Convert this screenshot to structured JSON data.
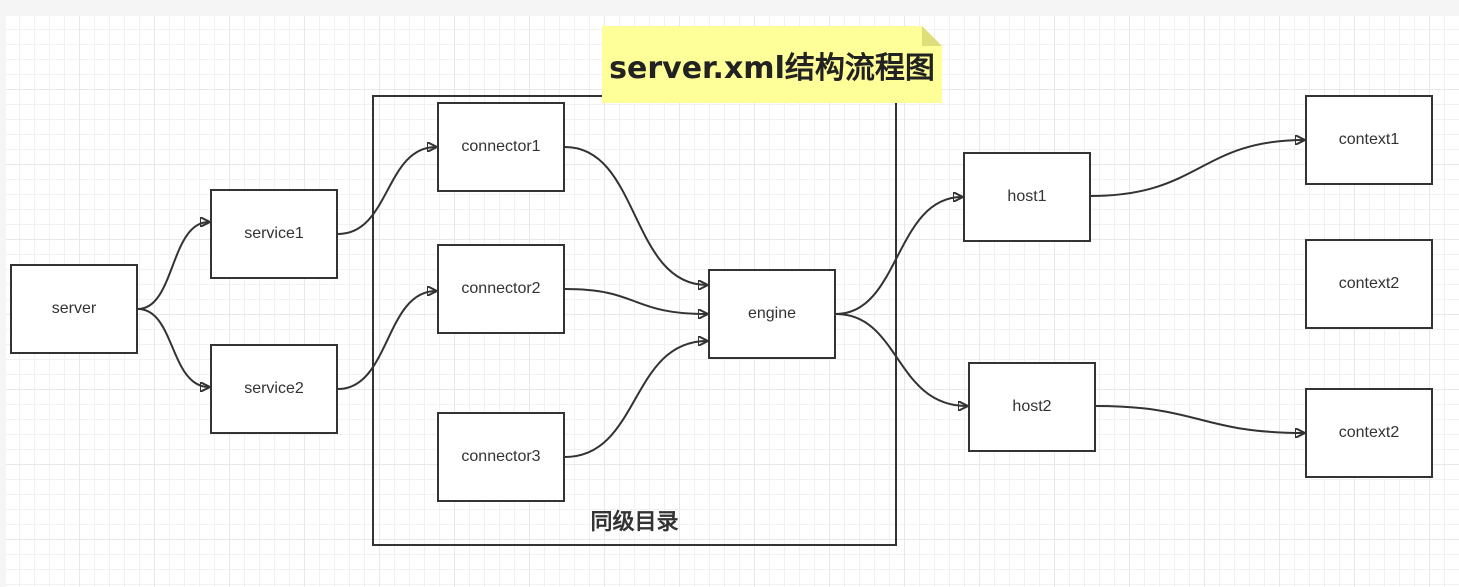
{
  "title": "server.xml结构流程图",
  "group": {
    "label": "同级目录"
  },
  "nodes": {
    "server": "server",
    "service1": "service1",
    "service2": "service2",
    "connector1": "connector1",
    "connector2": "connector2",
    "connector3": "connector3",
    "engine": "engine",
    "host1": "host1",
    "host2": "host2",
    "context1": "context1",
    "context2a": "context2",
    "context2b": "context2"
  },
  "edges": [
    [
      "server",
      "service1"
    ],
    [
      "server",
      "service2"
    ],
    [
      "service1",
      "connector1"
    ],
    [
      "service2",
      "connector2"
    ],
    [
      "connector1",
      "engine"
    ],
    [
      "connector2",
      "engine"
    ],
    [
      "connector3",
      "engine"
    ],
    [
      "engine",
      "host1"
    ],
    [
      "engine",
      "host2"
    ],
    [
      "host1",
      "context1"
    ],
    [
      "host2",
      "context2b"
    ]
  ],
  "colors": {
    "stroke": "#333333",
    "note_fill": "#ffff99",
    "background": "#ffffff"
  }
}
